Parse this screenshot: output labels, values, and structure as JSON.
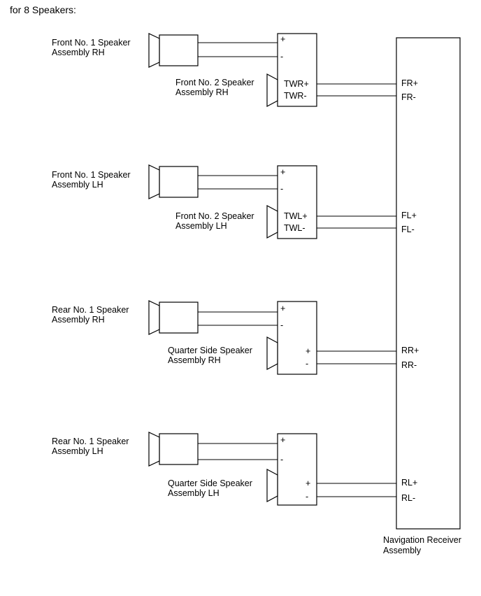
{
  "title": "for 8 Speakers:",
  "groups": [
    {
      "speaker1": [
        "Front No. 1 Speaker",
        "Assembly RH"
      ],
      "speaker2": [
        "Front No. 2 Speaker",
        "Assembly RH"
      ],
      "amp_top": [
        "+",
        "-"
      ],
      "amp_bottom": [
        "TWR+",
        "TWR-"
      ],
      "receiver": [
        "FR+",
        "FR-"
      ]
    },
    {
      "speaker1": [
        "Front No. 1 Speaker",
        "Assembly LH"
      ],
      "speaker2": [
        "Front No. 2 Speaker",
        "Assembly LH"
      ],
      "amp_top": [
        "+",
        "-"
      ],
      "amp_bottom": [
        "TWL+",
        "TWL-"
      ],
      "receiver": [
        "FL+",
        "FL-"
      ]
    },
    {
      "speaker1": [
        "Rear No. 1 Speaker",
        "Assembly RH"
      ],
      "speaker2": [
        "Quarter Side Speaker",
        "Assembly RH"
      ],
      "amp_top": [
        "+",
        "-"
      ],
      "amp_bottom": [
        "+",
        "-"
      ],
      "receiver": [
        "RR+",
        "RR-"
      ]
    },
    {
      "speaker1": [
        "Rear No. 1 Speaker",
        "Assembly LH"
      ],
      "speaker2": [
        "Quarter Side Speaker",
        "Assembly LH"
      ],
      "amp_top": [
        "+",
        "-"
      ],
      "amp_bottom": [
        "+",
        "-"
      ],
      "receiver": [
        "RL+",
        "RL-"
      ]
    }
  ],
  "receiver_label": [
    "Navigation Receiver",
    "Assembly"
  ]
}
